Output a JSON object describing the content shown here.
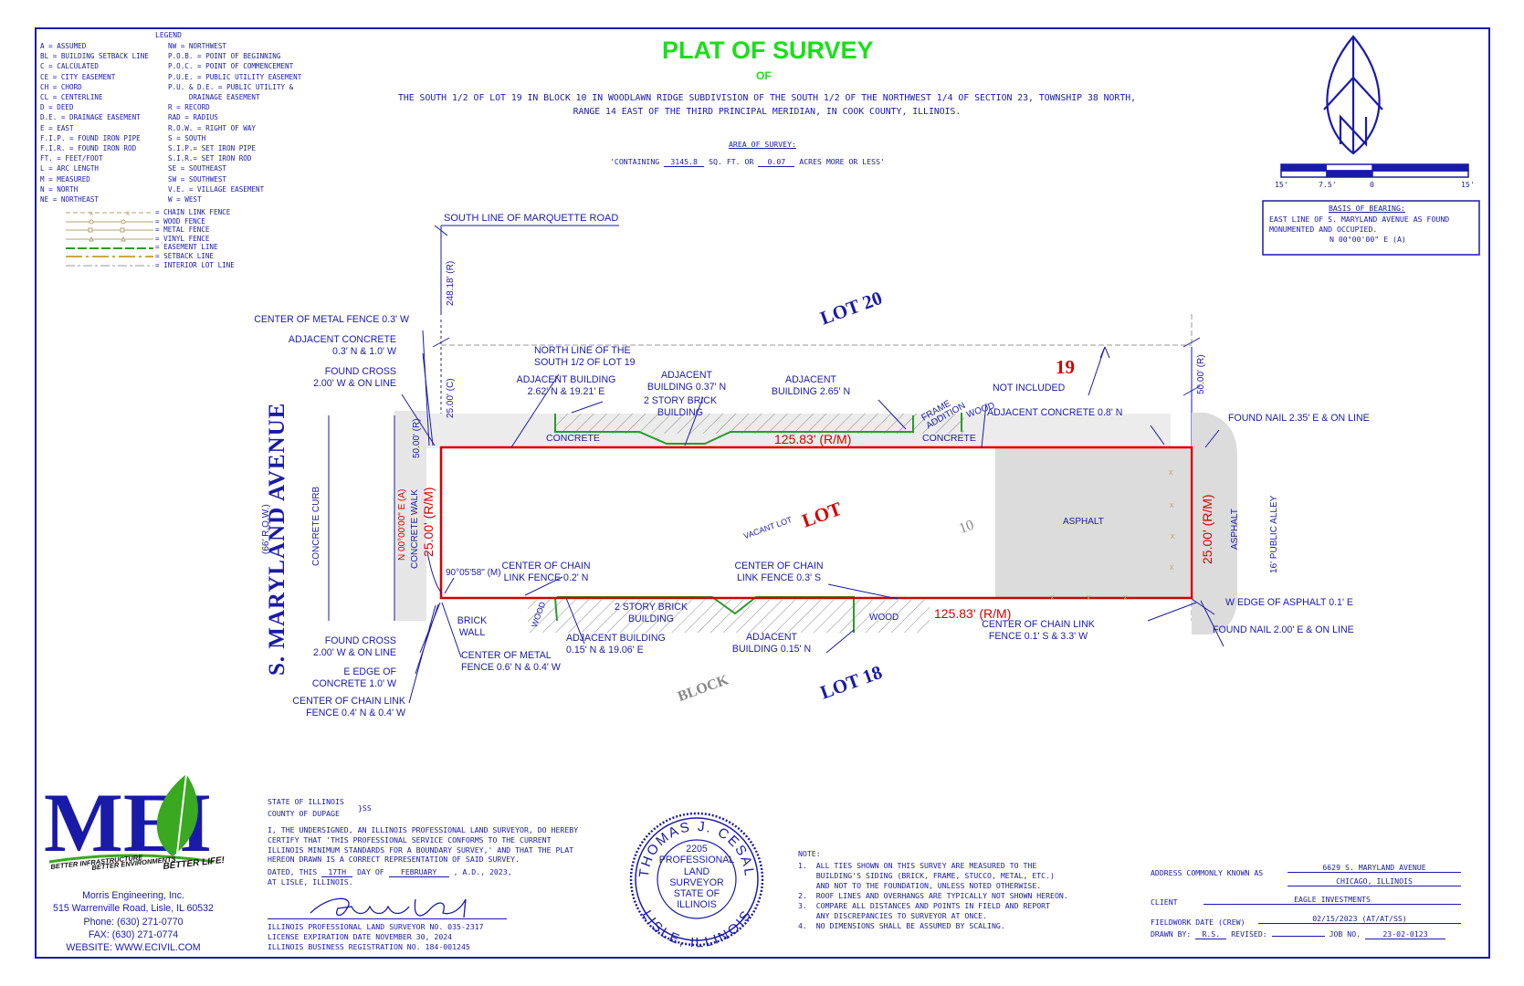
{
  "legend": {
    "title": "LEGEND",
    "left": [
      "A = ASSUMED",
      "BL = BUILDING SETBACK LINE",
      "C = CALCULATED",
      "CE = CITY EASEMENT",
      "CH = CHORD",
      "CL = CENTERLINE",
      "D = DEED",
      "D.E. = DRAINAGE EASEMENT",
      "E = EAST",
      "F.I.P. = FOUND IRON PIPE",
      "F.I.R. = FOUND IRON ROD",
      "FT. = FEET/FOOT",
      "L = ARC LENGTH",
      "M = MEASURED",
      "N = NORTH",
      "NE = NORTHEAST"
    ],
    "right": [
      "NW = NORTHWEST",
      "P.O.B. = POINT OF BEGINNING",
      "P.O.C. = POINT OF COMMENCEMENT",
      "P.U.E. = PUBLIC UTILITY EASEMENT",
      "P.U. & D.E. = PUBLIC UTILITY &",
      "     DRAINAGE EASEMENT",
      "R = RECORD",
      "RAD = RADIUS",
      "R.O.W. = RIGHT OF WAY",
      "S = SOUTH",
      "S.I.P.= SET IRON PIPE",
      "S.I.R.= SET IRON ROD",
      "SE = SOUTHEAST",
      "SW = SOUTHWEST",
      "V.E. = VILLAGE EASEMENT",
      "W = WEST"
    ],
    "fences": [
      "= CHAIN LINK FENCE",
      "= WOOD FENCE",
      "= METAL FENCE",
      "= VINYL FENCE",
      "= EASEMENT LINE",
      "= SETBACK LINE",
      "= INTERIOR LOT LINE"
    ]
  },
  "header": {
    "title": "PLAT OF SURVEY",
    "of": "OF",
    "description": "THE SOUTH 1/2 OF LOT 19 IN BLOCK 10 IN WOODLAWN RIDGE SUBDIVISION OF THE SOUTH 1/2 OF THE NORTHWEST 1/4 OF SECTION 23, TOWNSHIP 38 NORTH, RANGE 14 EAST OF THE THIRD PRINCIPAL MERIDIAN, IN COOK COUNTY, ILLINOIS.",
    "area_title": "AREA OF SURVEY:",
    "area_pre": "'CONTAINING",
    "area_sqft": "3145.8",
    "area_mid": "SQ. FT. OR",
    "area_acres": "0.07",
    "area_post": "ACRES MORE OR LESS'"
  },
  "scale": {
    "labels": [
      "15'",
      "7.5'",
      "0",
      "15'"
    ]
  },
  "bearing": {
    "title": "BASIS OF BEARING:",
    "line1": "EAST LINE OF S. MARYLAND AVENUE AS FOUND",
    "line2": "MONUMENTED AND OCCUPIED.",
    "line3": "N 00°00'00\" E (A)"
  },
  "plat": {
    "marquette": "SOUTH LINE OF MARQUETTE ROAD",
    "dist_248": "248.18' (R)",
    "dist_25c": "25.00' (C)",
    "dist_50r_left": "50.00' (R)",
    "dist_50r_right": "50.00' (R)",
    "street": "S. MARYLAND AVENUE",
    "row": "(66' R.O.W.)",
    "curb": "CONCRETE CURB",
    "walk": "CONCRETE WALK",
    "bearing_west": "N 00°00'00\" E (A)",
    "west_dim": "25.00' (R/M)",
    "east_dim": "25.00' (R/M)",
    "north_dim": "125.83' (R/M)",
    "south_dim": "125.83' (R/M)",
    "lot20": "LOT 20",
    "lot18": "LOT 18",
    "lot19": "19",
    "lot": "LOT",
    "block": "BLOCK",
    "block_no": "10",
    "vacant": "VACANT LOT",
    "asphalt": "ASPHALT",
    "asphalt_alley": "ASPHALT",
    "alley": "16' PUBLIC ALLEY",
    "angle": "90°05'58\" (M)",
    "concrete_left": "CONCRETE",
    "concrete_right": "CONCRETE",
    "wood_n": "WOOD",
    "wood_s1": "WOOD",
    "wood_s2": "WOOD",
    "frame": "FRAME ADDITION",
    "north_line": [
      "NORTH LINE OF THE",
      "SOUTH 1/2 OF LOT 19"
    ],
    "adj_bldg_nw": [
      "ADJACENT BUILDING",
      "2.62' N & 19.21' E"
    ],
    "adj_bldg_n": [
      "ADJACENT",
      "BUILDING 0.37' N"
    ],
    "brick_n": [
      "2 STORY BRICK",
      "BUILDING"
    ],
    "adj_bldg_ne": [
      "ADJACENT",
      "BUILDING 2.65' N"
    ],
    "not_included": "NOT INCLUDED",
    "adj_conc_ne": "ADJACENT CONCRETE 0.8' N",
    "found_nail_ne": "FOUND NAIL 2.35' E & ON LINE",
    "center_metal_nw": "CENTER OF METAL FENCE 0.3' W",
    "adj_conc_nw": [
      "ADJACENT CONCRETE",
      "0.3' N & 1.0' W"
    ],
    "found_cross_nw": [
      "FOUND CROSS",
      "2.00' W & ON LINE"
    ],
    "chain_s1": [
      "CENTER OF CHAIN",
      "LINK FENCE 0.2' N"
    ],
    "chain_s2": [
      "CENTER OF CHAIN",
      "LINK FENCE 0.3' S"
    ],
    "brick_s": [
      "2 STORY BRICK",
      "BUILDING"
    ],
    "brick_wall": [
      "BRICK",
      "WALL"
    ],
    "adj_bldg_sw": [
      "ADJACENT BUILDING",
      "0.15' N & 19.06' E"
    ],
    "adj_bldg_s": [
      "ADJACENT",
      "BUILDING 0.15' N"
    ],
    "center_metal_sw": [
      "CENTER OF METAL",
      "FENCE 0.6' N & 0.4' W"
    ],
    "found_cross_sw": [
      "FOUND CROSS",
      "2.00' W & ON LINE"
    ],
    "e_edge_conc": [
      "E EDGE OF",
      "CONCRETE 1.0' W"
    ],
    "chain_sw": [
      "CENTER OF CHAIN LINK",
      "FENCE 0.4' N & 0.4' W"
    ],
    "chain_se": [
      "CENTER OF CHAIN LINK",
      "FENCE 0.1' S & 3.3' W"
    ],
    "w_edge_asphalt": "W EDGE OF ASPHALT 0.1' E",
    "found_nail_se": "FOUND NAIL 2.00' E & ON LINE"
  },
  "company": {
    "logo": "MEI",
    "tagline1": "BETTER INFRASTRUCTURE",
    "tagline2": "BETTER ENVIRONMENTS",
    "tagline3": "BETTER LIFE!",
    "name": "Morris Engineering, Inc.",
    "address": "515 Warrenville Road, Lisle, IL 60532",
    "phone": "Phone: (630) 271-0770",
    "fax": "FAX: (630) 271-0774",
    "website": "WEBSITE: WWW.ECIVIL.COM"
  },
  "certification": {
    "state": "STATE OF ILLINOIS",
    "county": "COUNTY OF DUPAGE",
    "ss": "}SS",
    "body": [
      "I, THE UNDERSIGNED, AN ILLINOIS PROFESSIONAL LAND SURVEYOR, DO HEREBY",
      "CERTIFY THAT 'THIS PROFESSIONAL SERVICE CONFORMS TO THE CURRENT",
      "ILLINOIS MINIMUM STANDARDS FOR A BOUNDARY SURVEY,' AND THAT THE PLAT",
      "HEREON DRAWN IS A CORRECT REPRESENTATION OF SAID SURVEY."
    ],
    "dated_pre": "DATED, THIS",
    "day": "17TH",
    "day_of": "DAY OF",
    "month": "FEBRUARY",
    "year": ", A.D., 2023,",
    "place": "AT LISLE, ILLINOIS.",
    "license1": "ILLINOIS PROFESSIONAL LAND SURVEYOR NO. 035-2317",
    "license2": "LICENSE EXPIRATION DATE NOVEMBER 30, 2024",
    "license3": "ILLINOIS BUSINESS REGISTRATION NO. 184-001245"
  },
  "seal": {
    "top": "THOMAS J. CESAL",
    "bottom": "LISLE, ILLINOIS",
    "lines": [
      "2205",
      "PROFESSIONAL",
      "LAND",
      "SURVEYOR",
      "STATE OF",
      "ILLINOIS"
    ]
  },
  "notes": {
    "title": "NOTE:",
    "items": [
      "1.  ALL TIES SHOWN ON THIS SURVEY ARE MEASURED TO THE",
      "    BUILDING'S SIDING (BRICK, FRAME, STUCCO, METAL, ETC.)",
      "    AND NOT TO THE FOUNDATION, UNLESS NOTED OTHERWISE.",
      "2.  ROOF LINES AND OVERHANGS ARE TYPICALLY NOT SHOWN HEREON.",
      "3.  COMPARE ALL DISTANCES AND POINTS IN FIELD AND REPORT",
      "    ANY DISCREPANCIES TO SURVEYOR AT ONCE.",
      "4.  NO DIMENSIONS SHALL BE ASSUMED BY SCALING."
    ]
  },
  "titleblock": {
    "address_label": "ADDRESS COMMONLY KNOWN AS",
    "address1": "6629 S. MARYLAND AVENUE",
    "address2": "CHICAGO, ILLINOIS",
    "client_label": "CLIENT",
    "client": "EAGLE INVESTMENTS",
    "fieldwork_label": "FIELDWORK DATE (CREW)",
    "fieldwork": "02/15/2023 (AT/AT/SS)",
    "drawn_label": "DRAWN BY:",
    "drawn": "R.S.",
    "revised_label": "REVISED:",
    "job_label": "JOB NO.",
    "job": "23-02-0123"
  },
  "colors": {
    "line": "#1a1aa8",
    "red": "#d40000",
    "green": "#18e018",
    "fence_green": "#2a9a2a"
  }
}
